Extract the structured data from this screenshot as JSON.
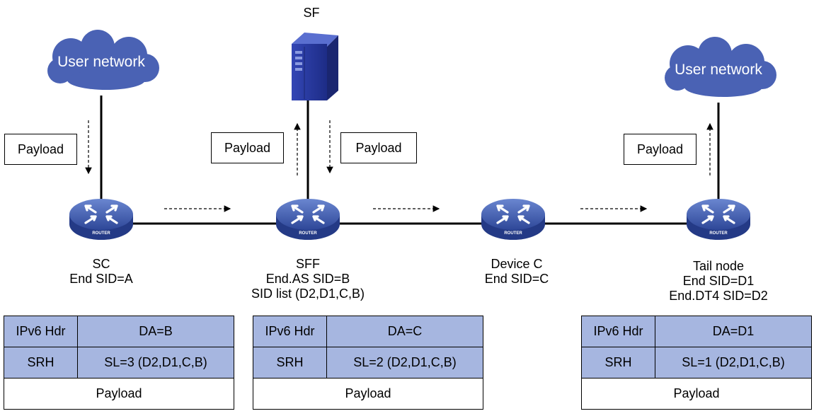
{
  "diagram": {
    "sf_label": "SF",
    "user_network_left": "User network",
    "user_network_right": "User network",
    "payload_label": "Payload",
    "router_badge": "ROUTER",
    "nodes": {
      "sc": {
        "name": "SC",
        "line2": "End SID=A"
      },
      "sff": {
        "name": "SFF",
        "line2": "End.AS SID=B",
        "line3": "SID list (D2,D1,C,B)"
      },
      "devc": {
        "name": "Device C",
        "line2": "End SID=C"
      },
      "tail": {
        "name": "Tail node",
        "line2": "End SID=D1",
        "line3": "End.DT4 SID=D2"
      }
    },
    "packets": [
      {
        "ipv6": "IPv6 Hdr",
        "da": "DA=B",
        "srh": "SRH",
        "sl": "SL=3 (D2,D1,C,B)",
        "payload": "Payload"
      },
      {
        "ipv6": "IPv6 Hdr",
        "da": "DA=C",
        "srh": "SRH",
        "sl": "SL=2 (D2,D1,C,B)",
        "payload": "Payload"
      },
      {
        "ipv6": "IPv6 Hdr",
        "da": "DA=D1",
        "srh": "SRH",
        "sl": "SL=1 (D2,D1,C,B)",
        "payload": "Payload"
      }
    ],
    "colors": {
      "router": "#3b55a8",
      "cloud": "#4a62b4",
      "server": "#2c3fa0",
      "table_fill": "#a6b6e0"
    }
  }
}
